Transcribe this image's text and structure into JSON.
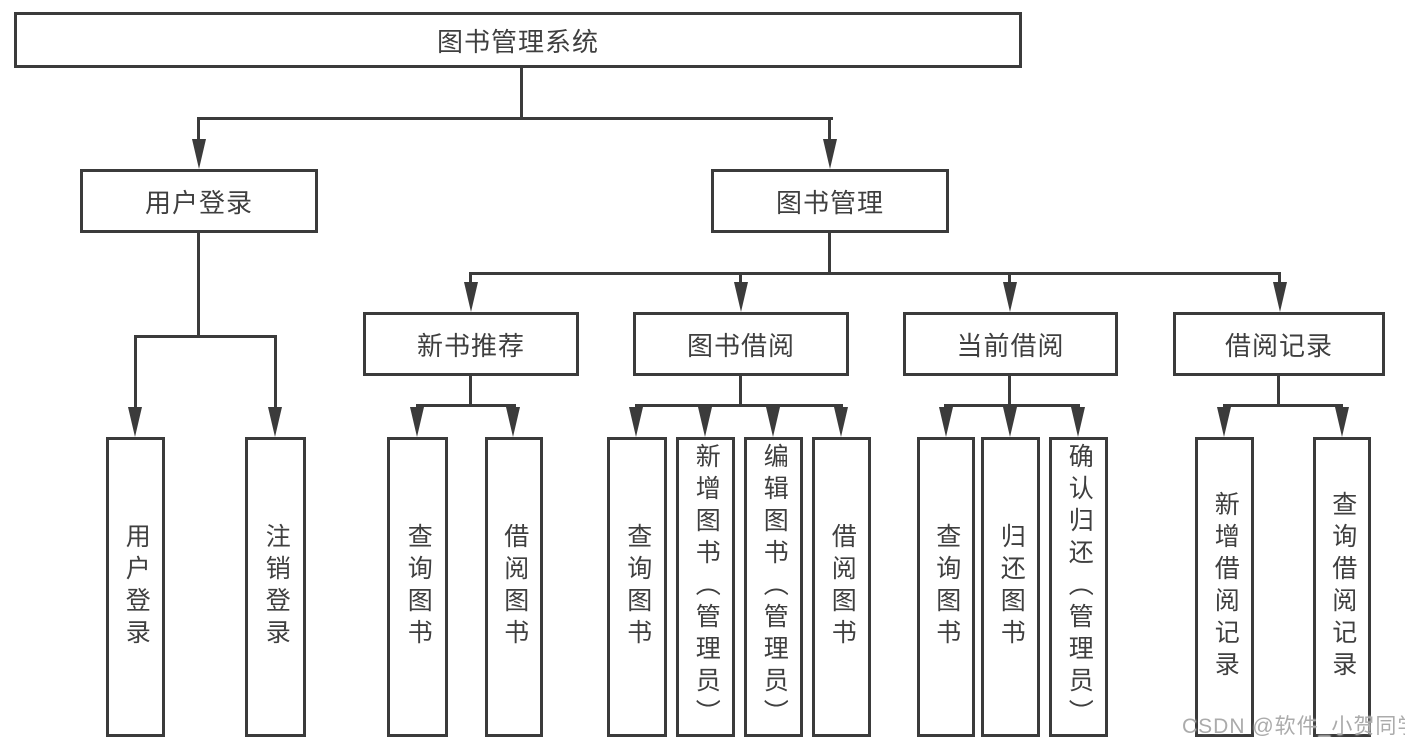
{
  "watermark": "CSDN @软件_小贺同学",
  "colors": {
    "line": "#3b3b3b",
    "text": "#3f3f3f",
    "background": "#ffffff",
    "watermark": "#ababab"
  },
  "tree": {
    "label": "图书管理系统",
    "children": [
      {
        "label": "用户登录",
        "children": [
          {
            "label": "用户登录"
          },
          {
            "label": "注销登录"
          }
        ]
      },
      {
        "label": "图书管理",
        "children": [
          {
            "label": "新书推荐",
            "children": [
              {
                "label": "查询图书"
              },
              {
                "label": "借阅图书"
              }
            ]
          },
          {
            "label": "图书借阅",
            "children": [
              {
                "label": "查询图书"
              },
              {
                "label": "新增图书（管理员）"
              },
              {
                "label": "编辑图书（管理员）"
              },
              {
                "label": "借阅图书"
              }
            ]
          },
          {
            "label": "当前借阅",
            "children": [
              {
                "label": "查询图书"
              },
              {
                "label": "归还图书"
              },
              {
                "label": "确认归还（管理员）"
              }
            ]
          },
          {
            "label": "借阅记录",
            "children": [
              {
                "label": "新增借阅记录"
              },
              {
                "label": "查询借阅记录"
              }
            ]
          }
        ]
      }
    ]
  }
}
